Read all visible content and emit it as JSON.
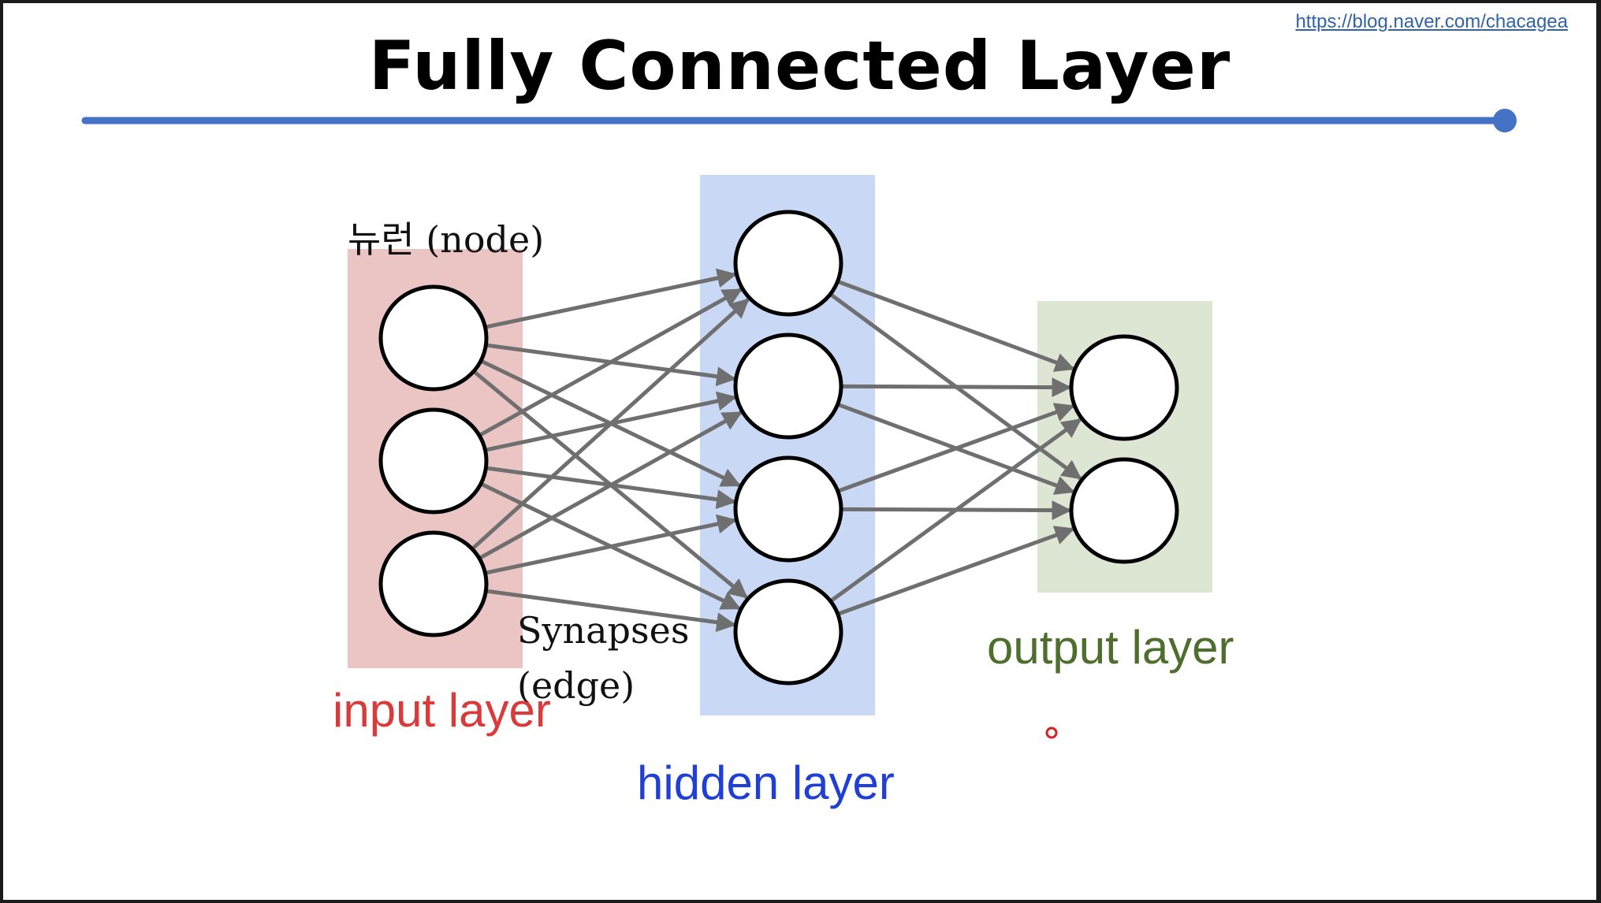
{
  "slide": {
    "title": "Fully Connected Layer",
    "source_link": "https://blog.naver.com/chacagea",
    "accent_color": "#4472c4"
  },
  "diagram": {
    "node_label": "뉴런 (node)",
    "edge_label_line1": "Synapses",
    "edge_label_line2": "(edge)",
    "layers": [
      {
        "id": "input",
        "label": "input layer",
        "label_color": "#d93a3a",
        "band_color": "#ebc4c4",
        "nodes": 3
      },
      {
        "id": "hidden",
        "label": "hidden layer",
        "label_color": "#1f3fd6",
        "band_color": "#c8d8f5",
        "nodes": 4
      },
      {
        "id": "output",
        "label": "output layer",
        "label_color": "#4e6e2e",
        "band_color": "#dde6d3",
        "nodes": 2
      }
    ],
    "edge_color": "#6f6f6f",
    "pointer_color": "#d82020"
  }
}
